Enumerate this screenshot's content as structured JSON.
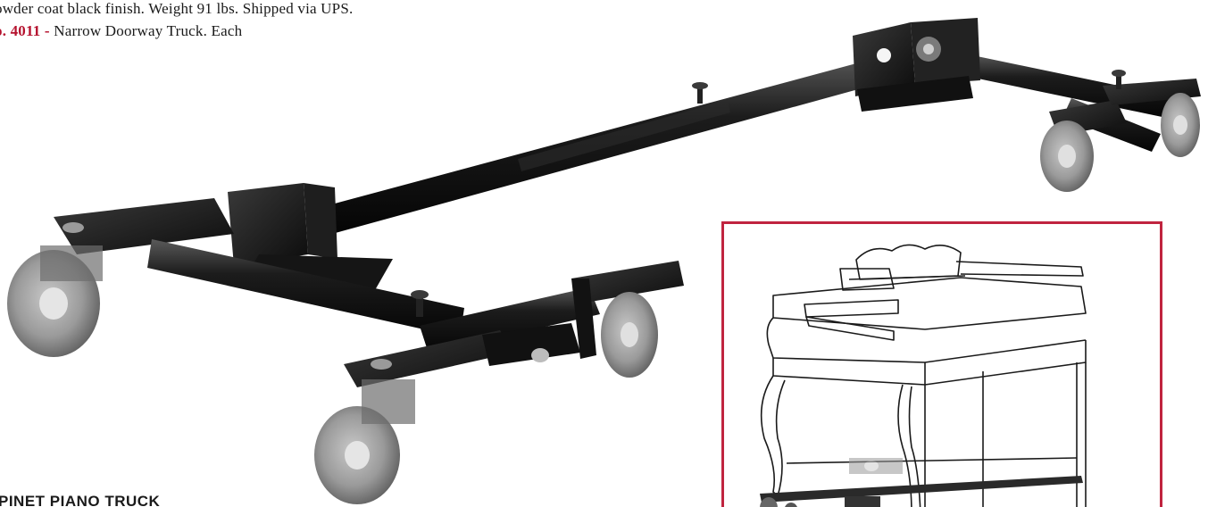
{
  "description": {
    "line1": "owder coat black finish. Weight 91 lbs. Shipped via UPS.",
    "line2_item_no": "o. 4011 -",
    "line2_item_name": " Narrow Doorway Truck. Each"
  },
  "section_heading": "PINET PIANO TRUCK",
  "colors": {
    "accent": "#b5122e",
    "frame": "#c0243f",
    "text": "#1a1a1a",
    "metal": "#141414"
  },
  "images": {
    "product_photo": "narrow-doorway-piano-truck",
    "inset_illustration": "spinet-piano-on-truck-line-drawing"
  }
}
